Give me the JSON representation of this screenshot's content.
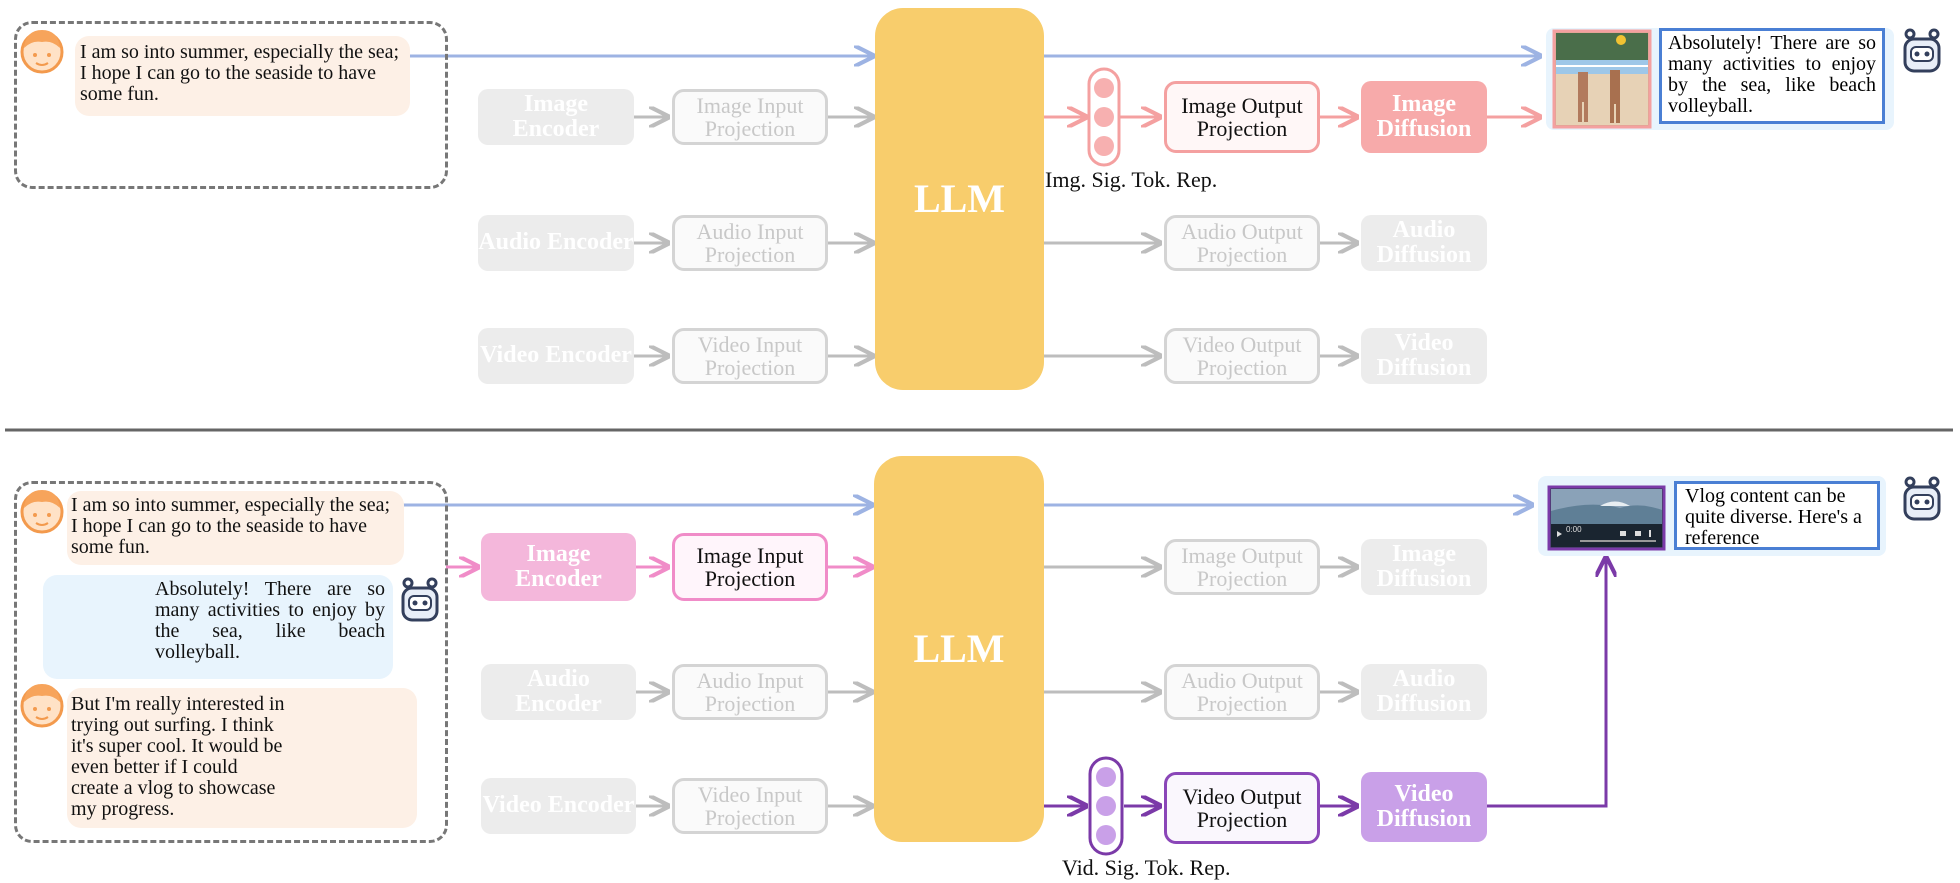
{
  "top": {
    "user_message": "I am so into summer, especially the sea; I hope I can go to the seaside to have some fun.",
    "llm_label": "LLM",
    "rows": [
      {
        "encoder": "Image Encoder",
        "input_proj": "Image Input Projection",
        "output_proj": "Image Output Projection",
        "diffusion": "Image Diffusion"
      },
      {
        "encoder": "Audio Encoder",
        "input_proj": "Audio Input Projection",
        "output_proj": "Audio Output Projection",
        "diffusion": "Audio Diffusion"
      },
      {
        "encoder": "Video Encoder",
        "input_proj": "Video Input Projection",
        "output_proj": "Video Output Projection",
        "diffusion": "Video Diffusion"
      }
    ],
    "token_caption": "Img. Sig. Tok. Rep.",
    "bot_response": "Absolutely! There are so many activities to enjoy by the sea, like beach volleyball."
  },
  "bottom": {
    "user_message_1": "I am so into summer, especially the sea; I hope I can go to the seaside to have some fun.",
    "bot_message": "Absolutely! There are so many activities to enjoy by the sea, like beach volleyball.",
    "user_message_2": "But I'm really interested in trying out surfing. I think it's super cool. It would be even better if I could create a vlog to showcase my progress.",
    "llm_label": "LLM",
    "rows": [
      {
        "encoder": "Image Encoder",
        "input_proj": "Image Input Projection",
        "output_proj": "Image Output Projection",
        "diffusion": "Image Diffusion"
      },
      {
        "encoder": "Audio Encoder",
        "input_proj": "Audio Input Projection",
        "output_proj": "Audio Output Projection",
        "diffusion": "Audio Diffusion"
      },
      {
        "encoder": "Video Encoder",
        "input_proj": "Video Input Projection",
        "output_proj": "Video Output Projection",
        "diffusion": "Video Diffusion"
      }
    ],
    "token_caption": "Vid. Sig. Tok. Rep.",
    "bot_response": "Vlog content can be quite diverse. Here's a reference",
    "video_time": "0:00"
  },
  "colors": {
    "blue_arrow": "#9db3e3",
    "pink": "#f08cc8",
    "red": "#f4a0a0",
    "purple": "#7b3aa8",
    "gray_arrow": "#bdbdbd",
    "llm": "#f8cd6c"
  }
}
